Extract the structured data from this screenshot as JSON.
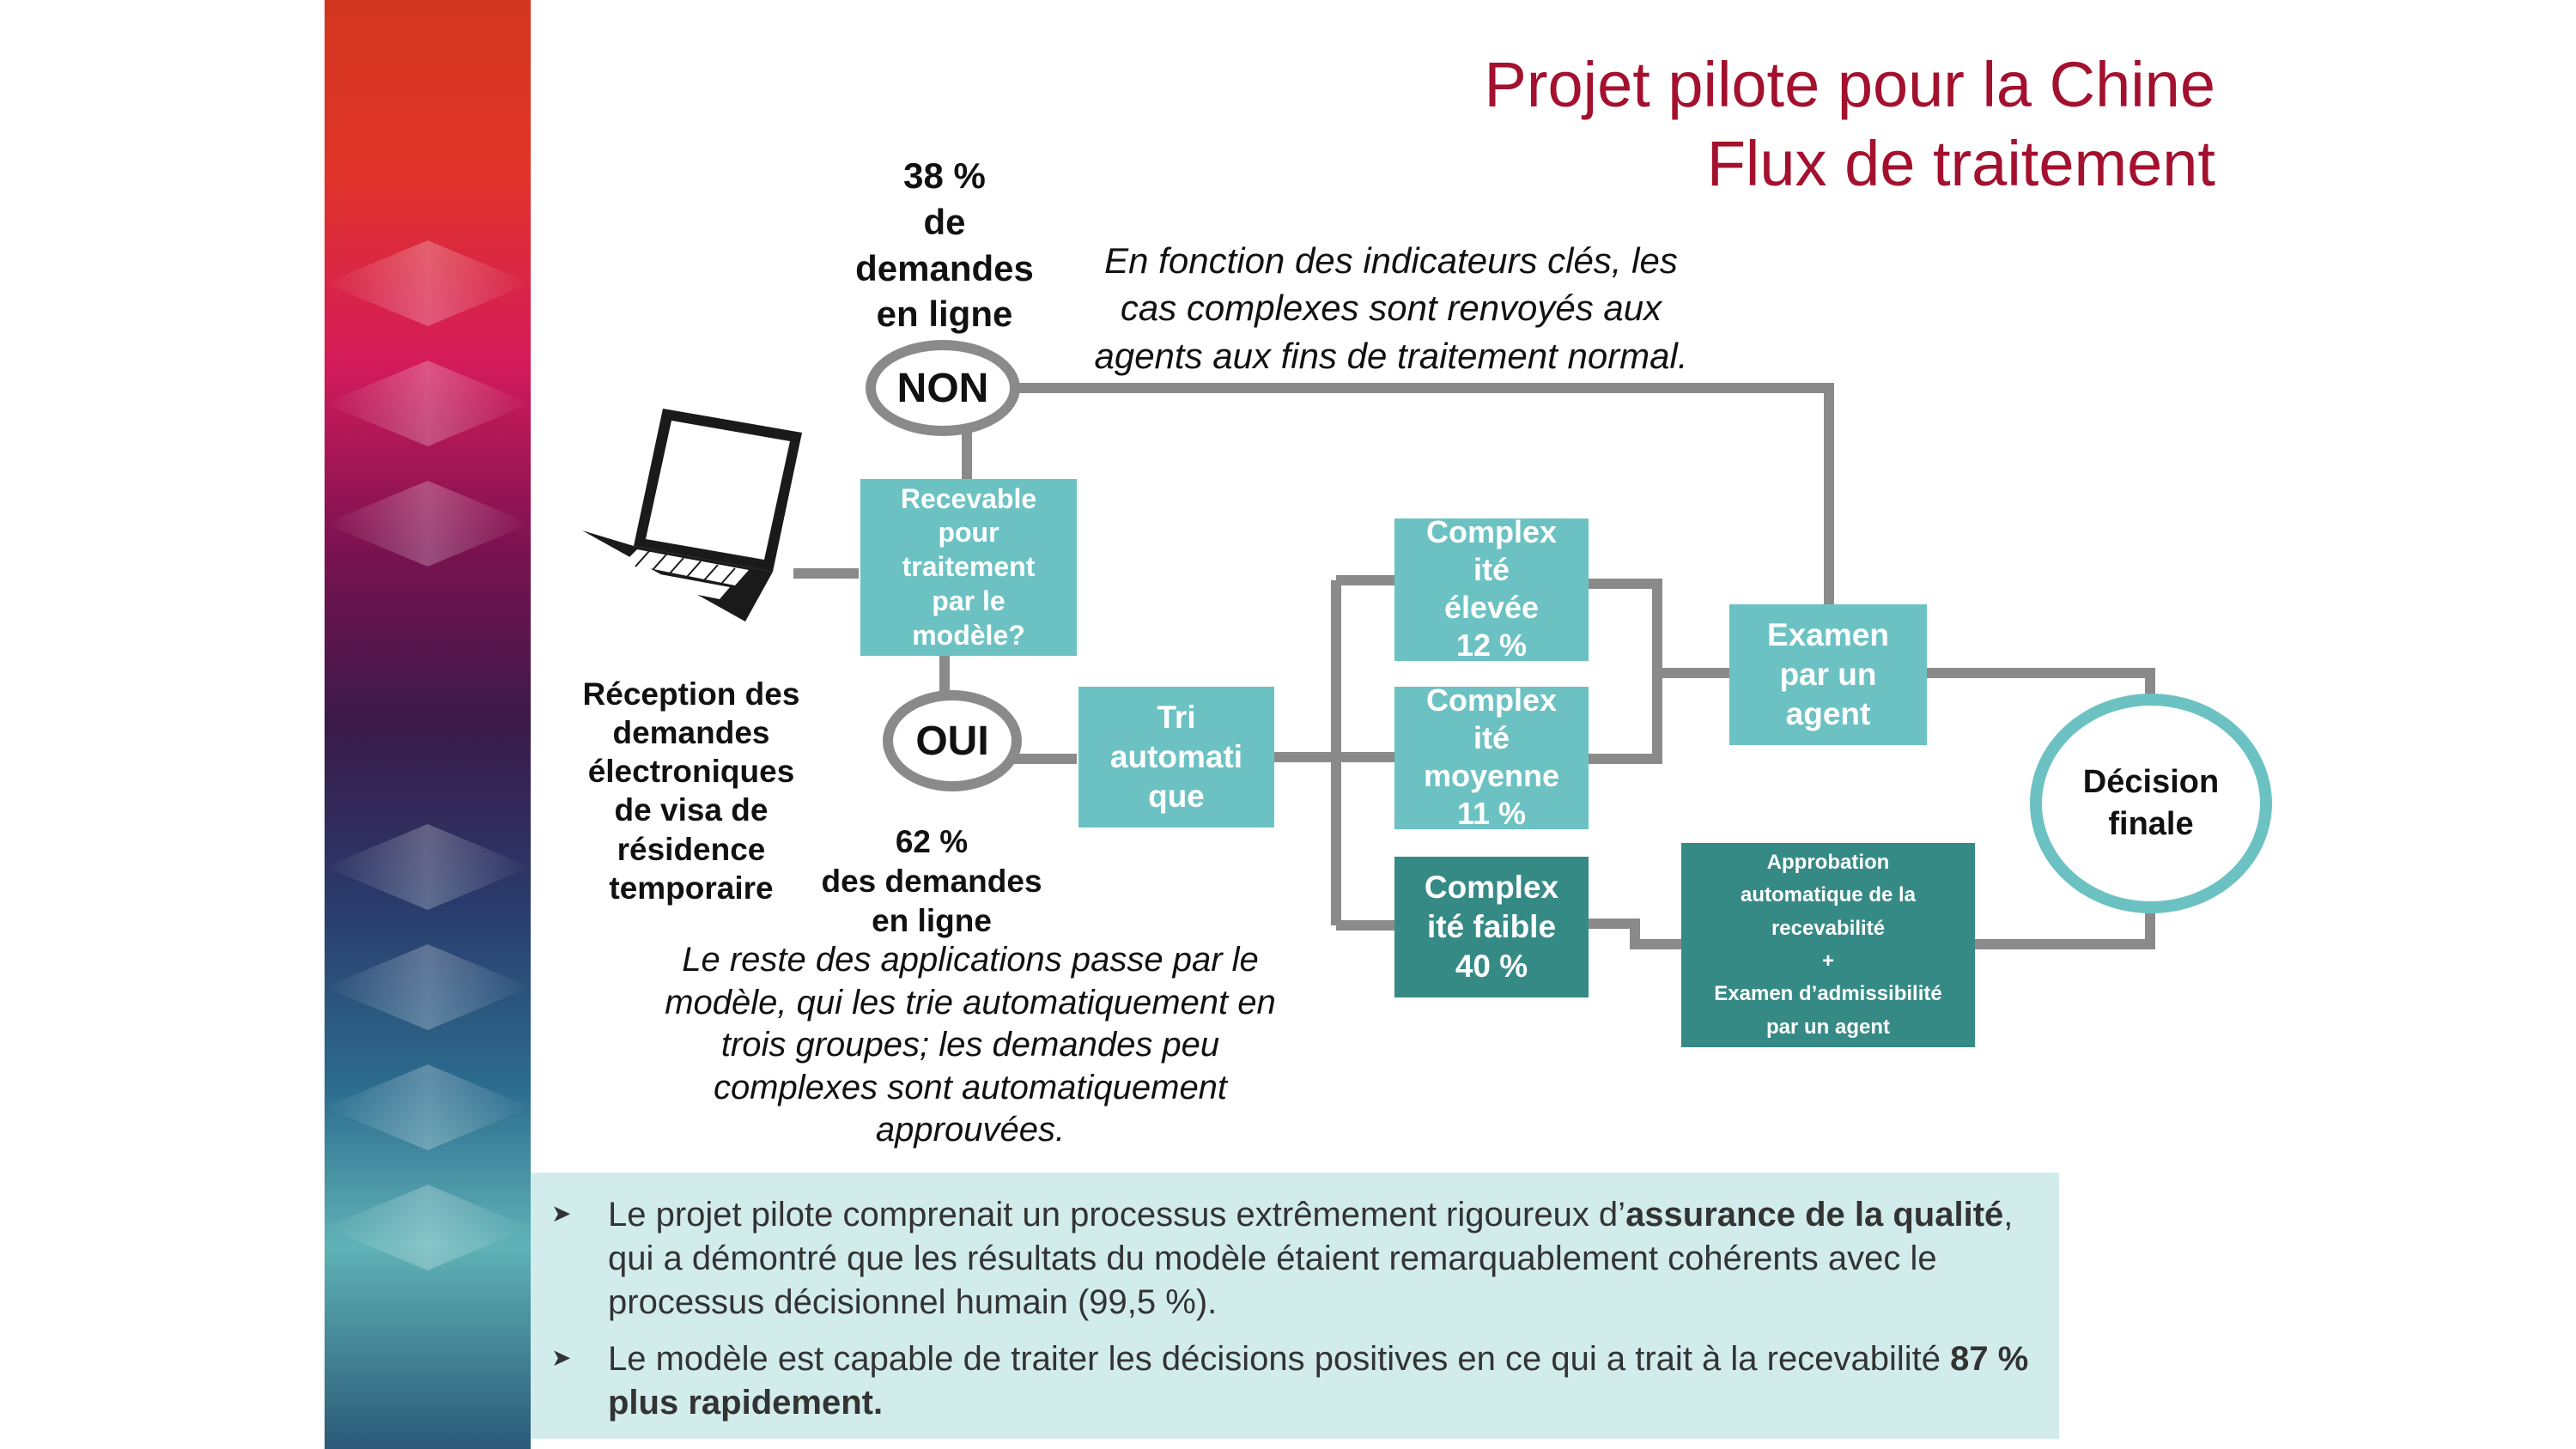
{
  "title": {
    "line1": "Projet pilote pour la Chine",
    "line2": "Flux de traitement"
  },
  "icons": {
    "laptop": "laptop-icon",
    "bullet": "arrowhead-bullet-icon"
  },
  "colors": {
    "title": "#a3112e",
    "teal_box": "#6cc2c3",
    "dark_box": "#368a86",
    "connector": "#8a8a8a",
    "panel": "#d2ecec"
  },
  "diagram": {
    "top_stat": [
      "38 %",
      "de",
      "demandes",
      "en ligne"
    ],
    "non_label": "NON",
    "non_note": [
      "En fonction des indicateurs clés, les",
      "cas complexes sont renvoyés aux",
      "agents aux fins de traitement normal."
    ],
    "eligible_box": [
      "Recevable",
      "pour",
      "traitement",
      "par le",
      "modèle?"
    ],
    "oui_label": "OUI",
    "reception_label": [
      "Réception des",
      "demandes",
      "électroniques",
      "de visa de",
      "résidence",
      "temporaire"
    ],
    "bottom_stat": [
      "62 %",
      "des demandes",
      "en ligne"
    ],
    "oui_note": [
      "Le reste des applications passe par le",
      "modèle, qui les trie automatiquement en",
      "trois groupes; les demandes peu",
      "complexes sont automatiquement",
      "approuvées."
    ],
    "triage_box": [
      "Tri",
      "automati",
      "que"
    ],
    "high_box": [
      "Complex",
      "ité",
      "élevée",
      "12 %"
    ],
    "medium_box": [
      "Complex",
      "ité",
      "moyenne",
      "11 %"
    ],
    "low_box": [
      "Complex",
      "ité faible",
      "40 %"
    ],
    "agent_box": [
      "Examen",
      "par un",
      "agent"
    ],
    "auto_box": [
      "Approbation",
      "automatique de la",
      "recevabilité",
      "+",
      "Examen d’admissibilité",
      "par un agent"
    ],
    "final_decision": [
      "Décision",
      "finale"
    ]
  },
  "bullets": [
    {
      "pre": "Le projet pilote comprenait un processus extrêmement rigoureux d’",
      "bold": "assurance de la qualité",
      "post": ", qui a démontré que les résultats du modèle étaient remarquablement cohérents avec le processus décisionnel humain (99,5 %)."
    },
    {
      "pre": "Le modèle est capable de traiter les décisions positives en ce qui a trait à la recevabilité ",
      "bold": "87 % plus rapidement.",
      "post": ""
    }
  ]
}
